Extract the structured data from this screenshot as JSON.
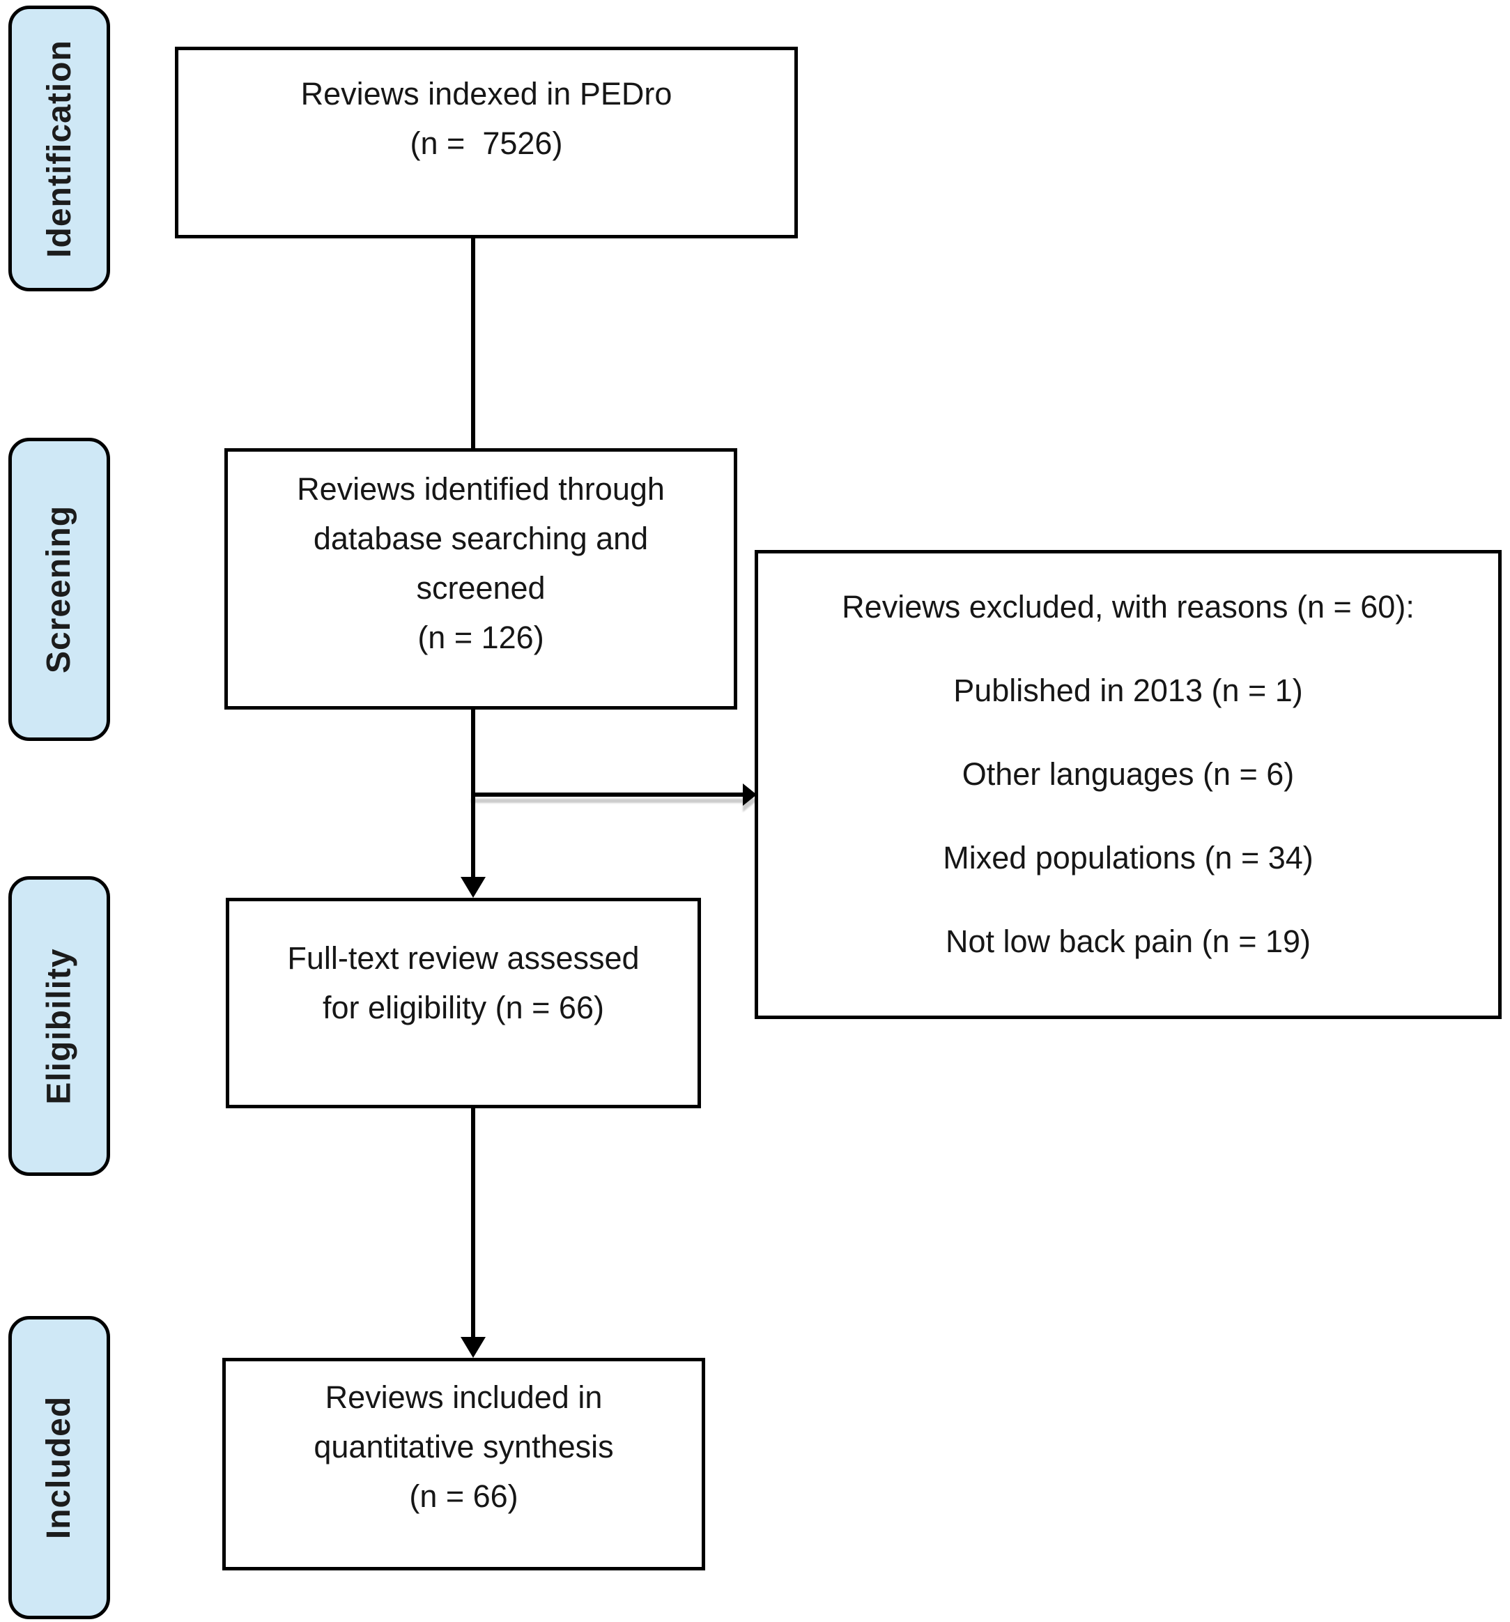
{
  "diagram": {
    "stages": [
      {
        "label": "Identification"
      },
      {
        "label": "Screening"
      },
      {
        "label": "Eligibility"
      },
      {
        "label": "Included"
      }
    ],
    "boxes": {
      "indexed": {
        "text": "Reviews indexed in PEDro\n(n =  7526)"
      },
      "identified": {
        "text": "Reviews identified through\ndatabase searching and\nscreened\n(n = 126)"
      },
      "excluded": {
        "heading": "Reviews excluded, with reasons (n = 60):",
        "reasons": [
          "Published in 2013 (n = 1)",
          "Other languages (n = 6)",
          "Mixed populations (n = 34)",
          "Not low back pain (n = 19)"
        ]
      },
      "fulltext": {
        "text": "Full-text review assessed\nfor eligibility (n = 66)"
      },
      "included": {
        "text": "Reviews included in\nquantitative synthesis\n(n = 66)"
      }
    },
    "colors": {
      "stage_fill": "#cfe8f6",
      "outline": "#000000",
      "text": "#1a1a1a",
      "arrow_shadow": "#d9d9d9"
    }
  }
}
